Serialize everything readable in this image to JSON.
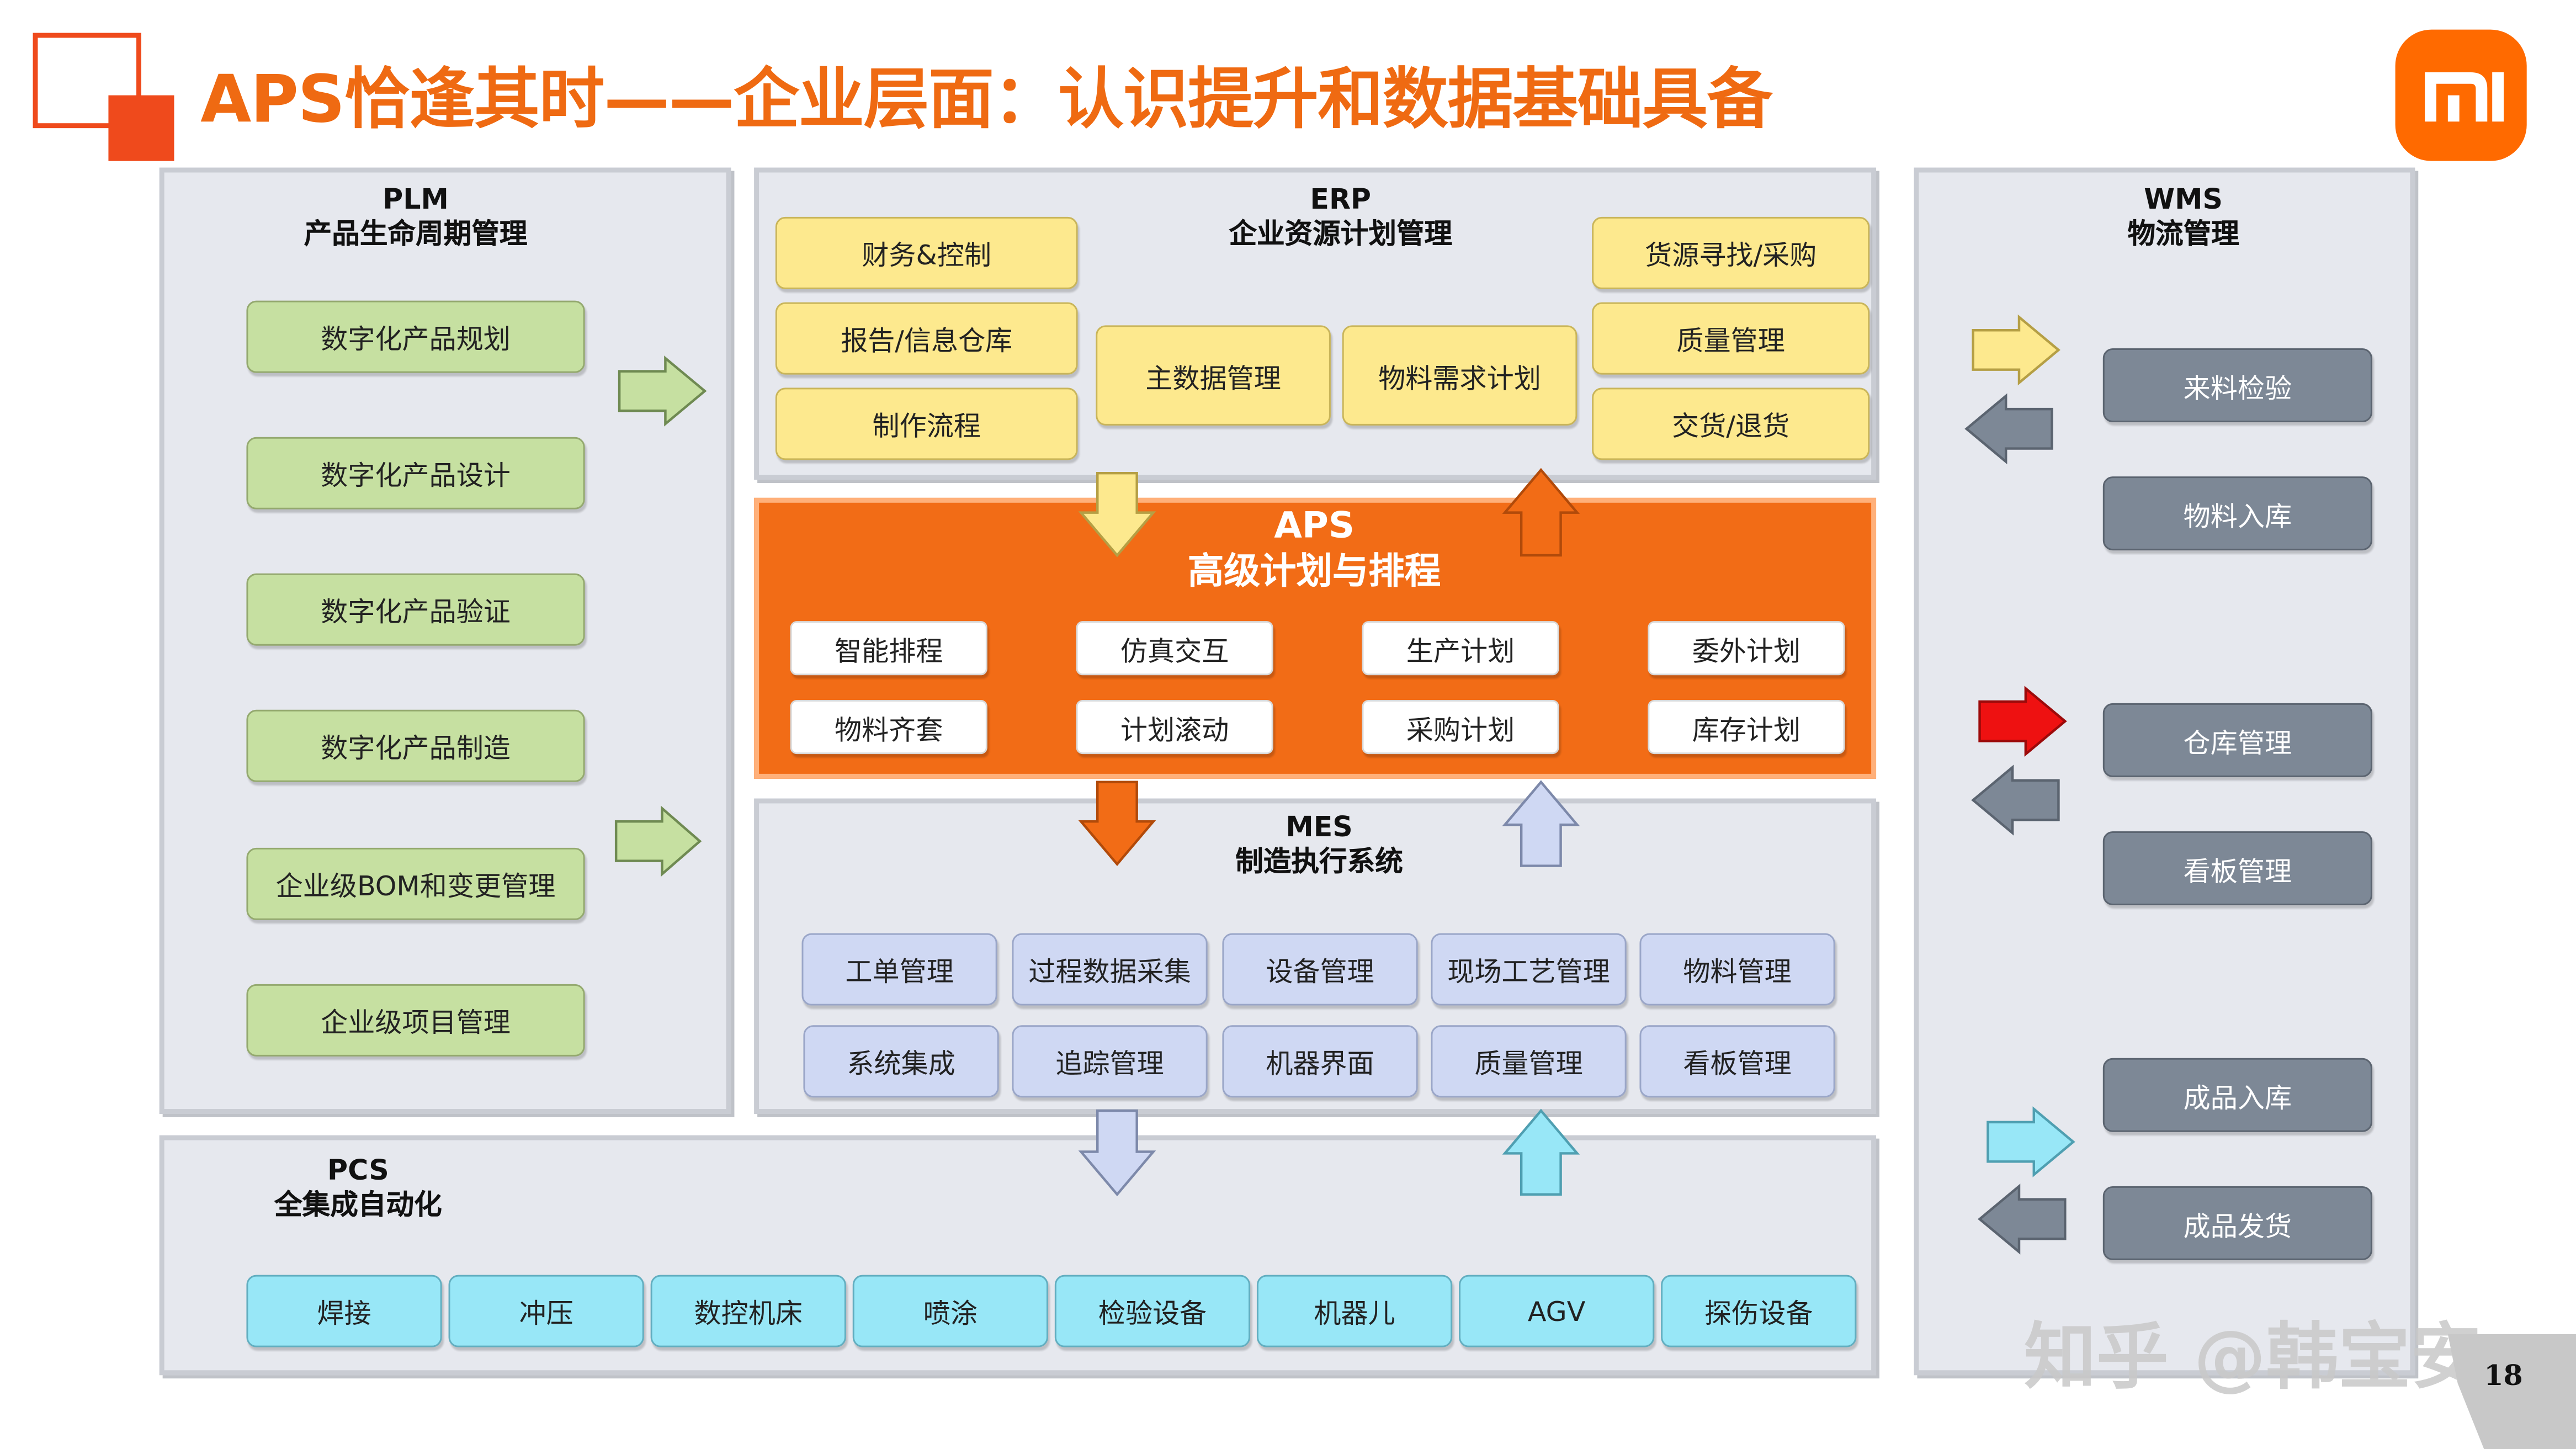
{
  "title": "APS恰逢其时——企业层面：认识提升和数据基础具备",
  "page_number": "18",
  "watermark": "知乎 @韩宝安",
  "plm": {
    "name": "PLM",
    "subtitle": "产品生命周期管理",
    "items": [
      "数字化产品规划",
      "数字化产品设计",
      "数字化产品验证",
      "数字化产品制造",
      "企业级BOM和变更管理",
      "企业级项目管理"
    ]
  },
  "erp": {
    "name": "ERP",
    "subtitle": "企业资源计划管理",
    "left": [
      "财务&控制",
      "报告/信息仓库",
      "制作流程"
    ],
    "middle": [
      "主数据管理",
      "物料需求计划"
    ],
    "right": [
      "货源寻找/采购",
      "质量管理",
      "交货/退货"
    ]
  },
  "aps": {
    "name": "APS",
    "subtitle": "高级计划与排程",
    "row1": [
      "智能排程",
      "仿真交互",
      "生产计划",
      "委外计划"
    ],
    "row2": [
      "物料齐套",
      "计划滚动",
      "采购计划",
      "库存计划"
    ]
  },
  "mes": {
    "name": "MES",
    "subtitle": "制造执行系统",
    "row1": [
      "工单管理",
      "过程数据采集",
      "设备管理",
      "现场工艺管理",
      "物料管理"
    ],
    "row2": [
      "系统集成",
      "追踪管理",
      "机器界面",
      "质量管理",
      "看板管理"
    ]
  },
  "pcs": {
    "name": "PCS",
    "subtitle": "全集成自动化",
    "items": [
      "焊接",
      "冲压",
      "数控机床",
      "喷涂",
      "检验设备",
      "机器儿",
      "AGV",
      "探伤设备"
    ]
  },
  "wms": {
    "name": "WMS",
    "subtitle": "物流管理",
    "items": [
      "来料检验",
      "物料入库",
      "仓库管理",
      "看板管理",
      "成品入库",
      "成品发货"
    ]
  },
  "colors": {
    "accent": "#ef6a12",
    "aps_orange": "#f26c16",
    "logo": "#ff6a00"
  }
}
